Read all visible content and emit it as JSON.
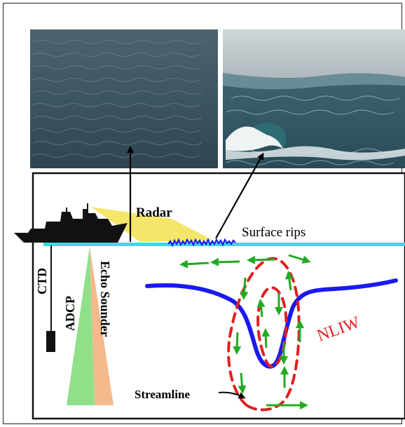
{
  "labels": {
    "radar": "Radar",
    "surface_rips": "Surface rips",
    "ctd": "CTD",
    "adcp": "ADCP",
    "echo_sounder": "Echo Sounder",
    "nliw": "NLIW",
    "streamline": "Streamline"
  },
  "colors": {
    "sea_surface": "#33dde8",
    "interface": "#1a1aee",
    "radar_beam": "#f4e66a",
    "adcp_beam": "#90e08a",
    "echo_beam": "#f5b98c",
    "streamline": "#e02020",
    "arrows": "#22aa22",
    "nliw_text": "#e02020",
    "ship": "#111111"
  }
}
